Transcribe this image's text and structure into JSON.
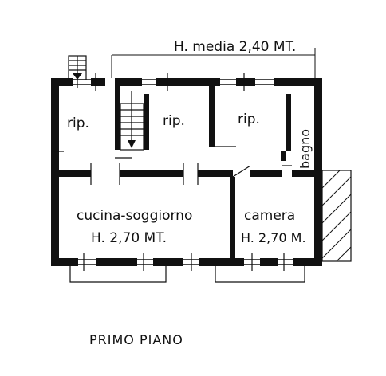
{
  "header": {
    "average_height": "H. media 2,40 MT."
  },
  "rooms": {
    "rip_left": "rip.",
    "rip_center": "rip.",
    "rip_right": "rip.",
    "bagno": "bagno",
    "cucina": "cucina-soggiorno",
    "cucina_height": "H. 2,70 MT.",
    "camera": "camera",
    "camera_height": "H. 2,70 M."
  },
  "footer": {
    "floor_label": "PRIMO PIANO"
  },
  "colors": {
    "ink": "#111111",
    "paper": "#ffffff"
  }
}
